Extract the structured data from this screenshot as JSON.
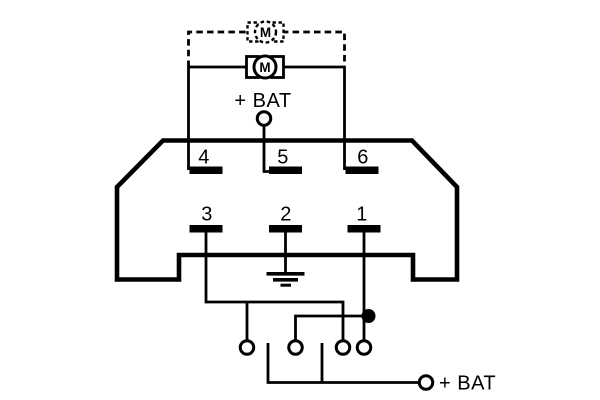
{
  "diagram": {
    "kind": "connector-wiring-diagram",
    "description": "Six-terminal switch connector pinout with motor branch, alternate dashed motor branch, battery feeds and ground",
    "colors": {
      "line": "#000000",
      "background": "#ffffff"
    },
    "motor": {
      "label": "M",
      "icon": "motor-icon"
    },
    "motor_alternate": {
      "label": "M",
      "icon": "motor-icon-dashed",
      "style": "dashed"
    },
    "battery_top": {
      "label": "+ BAT",
      "icon": "battery-terminal-icon"
    },
    "battery_bottom": {
      "label": "+ BAT",
      "icon": "battery-terminal-icon"
    },
    "terminals_top": [
      {
        "label": "4"
      },
      {
        "label": "5"
      },
      {
        "label": "6"
      }
    ],
    "terminals_bottom": [
      {
        "label": "3"
      },
      {
        "label": "2"
      },
      {
        "label": "1"
      }
    ],
    "symbols": {
      "ground": "ground-icon",
      "junction": "junction-dot-icon",
      "open_contact": "contact-terminal-icon"
    }
  }
}
